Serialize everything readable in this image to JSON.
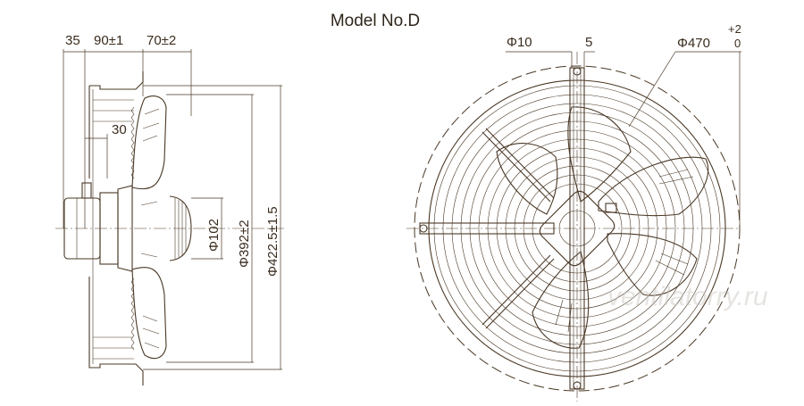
{
  "title": "Model No.D",
  "side_view": {
    "dims_top": [
      "35",
      "90±1",
      "70±2"
    ],
    "dim_inner": "30",
    "dims_vertical": [
      "Φ102",
      "Φ392±2",
      "Φ422.5±1.5"
    ]
  },
  "front_view": {
    "hole": "Φ10",
    "offset": "5",
    "diameter": "Φ470",
    "tol_upper": "+2",
    "tol_lower": "0"
  },
  "watermark": "ventilatorry.ru"
}
